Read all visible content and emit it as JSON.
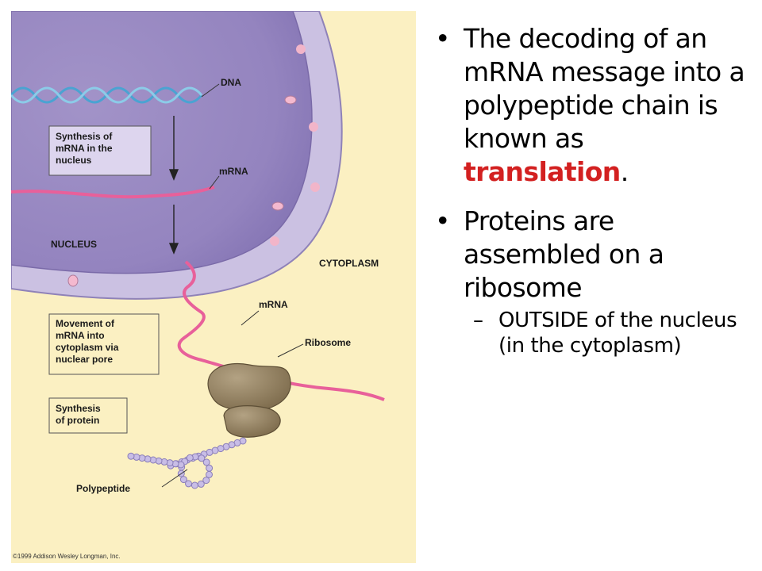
{
  "figure": {
    "labels": {
      "dna": "DNA",
      "mrna_top": "mRNA",
      "nucleus": "NUCLEUS",
      "cytoplasm": "CYTOPLASM",
      "mrna_mid": "mRNA",
      "ribosome": "Ribosome",
      "polypeptide": "Polypeptide"
    },
    "steps": [
      [
        "Synthesis of",
        "mRNA in the",
        "nucleus"
      ],
      [
        "Movement of",
        "mRNA into",
        "cytoplasm via",
        "nuclear pore"
      ],
      [
        "Synthesis",
        "of protein"
      ]
    ],
    "copyright": "©1999 Addison Wesley Longman, Inc.",
    "colors": {
      "cytoplasm": "#fbf0c2",
      "nucleus": "#9d8ec4",
      "envelope": "#c9bfe0",
      "mrna": "#e8609a",
      "dna": "#5aaed6",
      "ribosome": "#8b7a5e",
      "polypeptide": "#c8bde6"
    }
  },
  "bullets": [
    {
      "text": "The decoding of an mRNA message into a polypeptide chain is known as ",
      "highlight": "translation",
      "tail": "."
    },
    {
      "text": " Proteins are assembled on a ribosome"
    }
  ],
  "sub_bullets": [
    {
      "text": "OUTSIDE of the nucleus (in the cytoplasm)"
    }
  ]
}
